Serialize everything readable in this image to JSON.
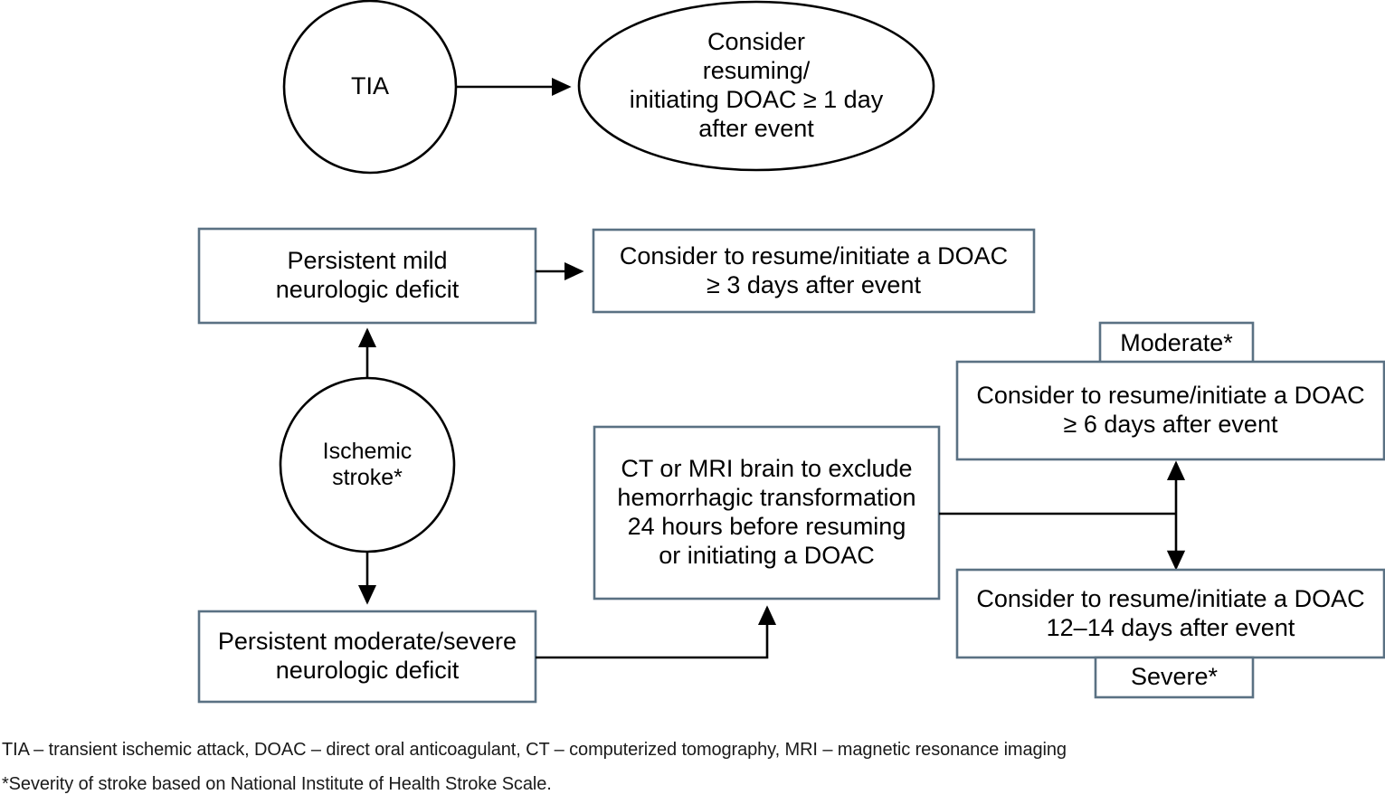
{
  "figure": {
    "type": "clinical-flowchart",
    "title_visible": false,
    "colors": {
      "box_border": "#5a7183",
      "circle_border": "#000000",
      "arrow": "#000000",
      "text": "#000000",
      "background": "#ffffff"
    }
  },
  "nodes": {
    "tia": {
      "shape": "circle",
      "label": "TIA"
    },
    "tia_action": {
      "shape": "ellipse",
      "lines": [
        "Consider",
        "resuming/",
        "initiating DOAC ≥ 1 day",
        "after event"
      ]
    },
    "persistent_mild": {
      "shape": "rect",
      "lines": [
        "Persistent mild",
        "neurologic deficit"
      ]
    },
    "mild_action": {
      "shape": "rect",
      "lines": [
        "Consider to resume/initiate a DOAC",
        "≥ 3 days after event"
      ]
    },
    "ischemic_stroke": {
      "shape": "circle",
      "lines": [
        "Ischemic",
        "stroke*"
      ]
    },
    "persistent_moderate_severe": {
      "shape": "rect",
      "lines": [
        "Persistent moderate/severe",
        "neurologic deficit"
      ]
    },
    "imaging": {
      "shape": "rect",
      "lines": [
        "CT or MRI brain to exclude",
        "hemorrhagic transformation",
        "24 hours before resuming",
        "or initiating a DOAC"
      ]
    },
    "moderate_tag": {
      "shape": "rect-tab",
      "label": "Moderate*"
    },
    "moderate_action": {
      "shape": "rect",
      "lines": [
        "Consider to resume/initiate a DOAC",
        "≥ 6 days after event"
      ]
    },
    "severe_action": {
      "shape": "rect",
      "lines": [
        "Consider to resume/initiate a DOAC",
        "12–14 days after event"
      ]
    },
    "severe_tag": {
      "shape": "rect-tab",
      "label": "Severe*"
    }
  },
  "edges": [
    {
      "name": "tia-to-action",
      "from": "tia",
      "to": "tia_action",
      "style": "arrow"
    },
    {
      "name": "mild-to-action",
      "from": "persistent_mild",
      "to": "mild_action",
      "style": "arrow"
    },
    {
      "name": "stroke-to-mild",
      "from": "ischemic_stroke",
      "to": "persistent_mild",
      "style": "arrow"
    },
    {
      "name": "stroke-to-moderate-severe",
      "from": "ischemic_stroke",
      "to": "persistent_moderate_severe",
      "style": "arrow"
    },
    {
      "name": "moderate-severe-to-imaging",
      "from": "persistent_moderate_severe",
      "to": "imaging",
      "style": "elbow-arrow"
    },
    {
      "name": "imaging-to-severity-actions",
      "from": "imaging",
      "to": "moderate_action / severe_action",
      "style": "double-headed-arrow"
    }
  ],
  "footnotes": {
    "abbreviations": "TIA – transient ischemic attack, DOAC – direct oral anticoagulant, CT – computerized tomography, MRI – magnetic resonance imaging",
    "severity_note": "*Severity of stroke based on National Institute of Health Stroke Scale."
  }
}
